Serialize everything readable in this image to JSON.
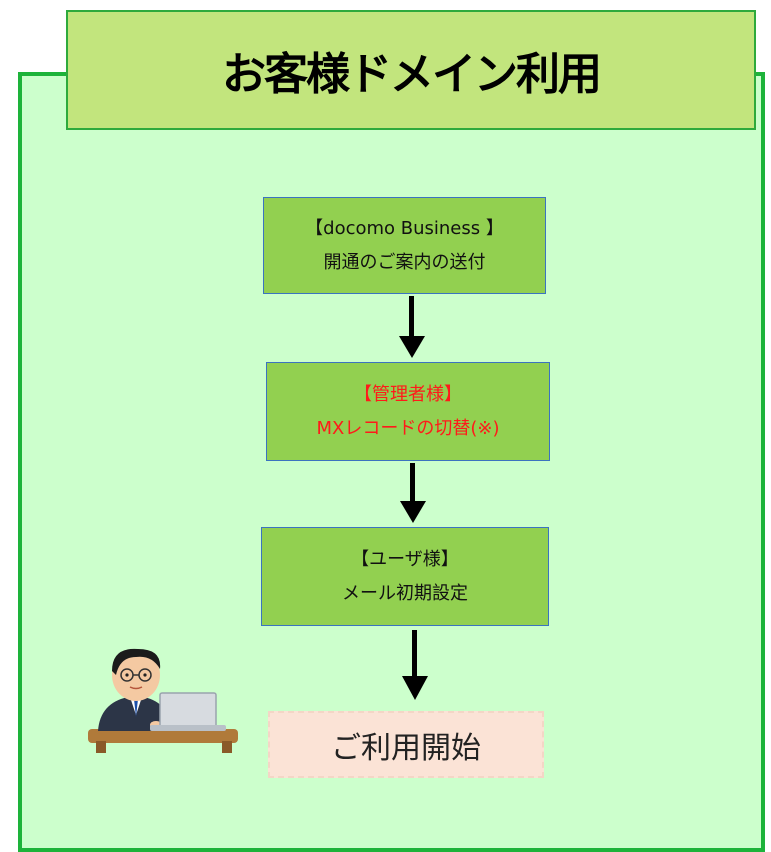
{
  "diagram": {
    "title": "お客様ドメイン利用",
    "steps": [
      {
        "line1": "【docomo Business 】",
        "line2": "開通のご案内の送付"
      },
      {
        "line1": "【管理者様】",
        "line2": "MXレコードの切替(※)"
      },
      {
        "line1": "【ユーザ様】",
        "line2": "メール初期設定"
      }
    ],
    "final": "ご利用開始"
  },
  "colors": {
    "panel_bg": "#ccffcc",
    "panel_border": "#1db33a",
    "title_bg": "#c2e57d",
    "step_bg": "#92d050",
    "step_border": "#3b73c0",
    "highlight_text": "#ff1a1a",
    "final_bg": "#fbe3d6"
  },
  "icons": [
    "down-arrow-icon",
    "person-at-laptop-icon"
  ]
}
